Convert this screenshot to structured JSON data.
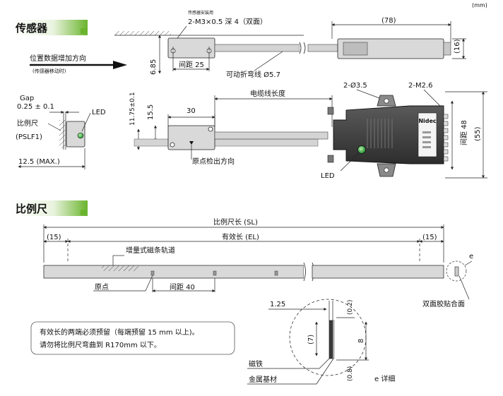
{
  "unit_note": "(mm)",
  "sensor_section": {
    "title": "传感器",
    "mount_tap_small": "传感器安装用",
    "mount_tap": "2-M3×0.5 深 4（双面）",
    "pitch_25": "间距 25",
    "dim_6_85": "6.85",
    "dim_78": "(78)",
    "dim_16": "(16)",
    "cable_note": "可动折弯线 Ø5.7",
    "direction_label": "位置数据增加方向",
    "direction_sub": "(传感器移动时)",
    "gap_label": "Gap",
    "gap_value": "0.25 ± 0.1",
    "scale_label": "比例尺",
    "scale_model": "(PSLF1)",
    "led_label_side": "LED",
    "dim_12_5": "12.5 (MAX.)",
    "dim_11_75": "11.75±0.1",
    "dim_15_5": "15.5",
    "dim_30": "30",
    "origin_dir": "原点检出方向",
    "cable_length": "电缆线长度",
    "hole_2_3_5": "2-Ø3.5",
    "tap_2_m2_6": "2-M2.6",
    "pitch_48": "间距 48",
    "dim_55": "(55)",
    "led_label_box": "LED",
    "brand": "Nidec"
  },
  "scale_section": {
    "title": "比例尺",
    "total_length": "比例尺长 (SL)",
    "effective_length": "有效长 (EL)",
    "margin_left": "(15)",
    "margin_right": "(15)",
    "track_label": "增量式磁条轨道",
    "origin_label": "原点",
    "pitch_40": "间距 40",
    "detail_marker": "e",
    "tape_label": "双面胶贴合面",
    "note_line1": "有效长的两端必须预留（每端预留 15 mm 以上)。",
    "note_line2": "请勿将比例尺弯曲到 R170mm 以下。",
    "dim_1_25": "1.25",
    "dim_0_2": "(0.2)",
    "dim_7": "(7)",
    "dim_8": "8",
    "dim_0_8": "(0.8)",
    "magnet_label": "磁铁",
    "base_label": "金属基材",
    "detail_title": "e 详细"
  },
  "colors": {
    "title_green": "#6ab42d",
    "part_gray": "#d9d9d9",
    "housing_dark": "#3a3a3a",
    "led_green": "#3db34a"
  }
}
